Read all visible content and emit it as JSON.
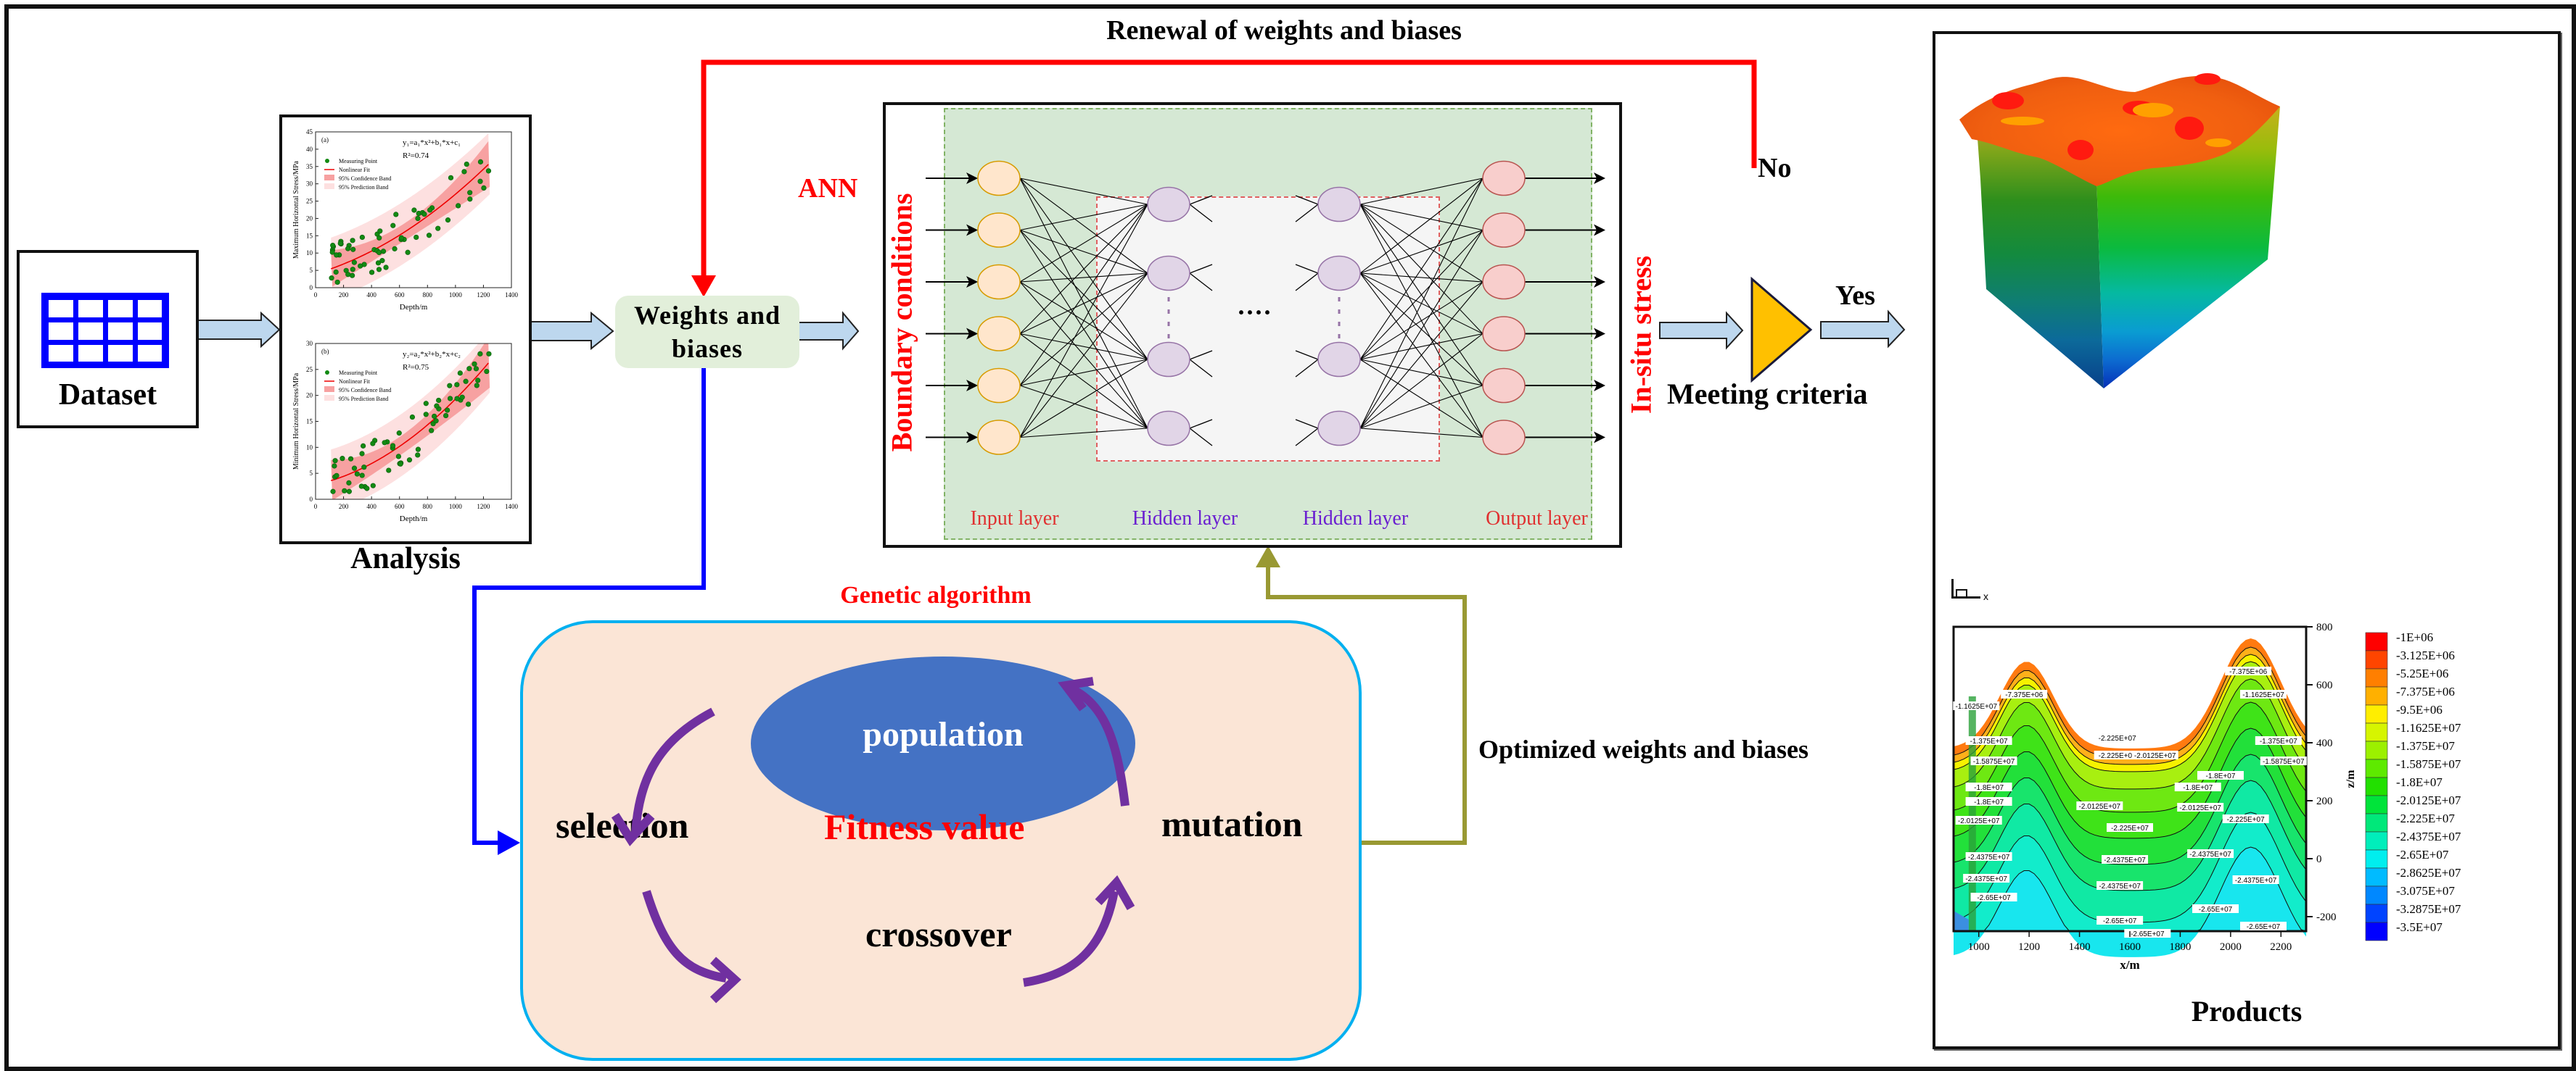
{
  "title_feedback": "Renewal of weights and biases",
  "dataset": {
    "label": "Dataset",
    "icon": "table-grid-icon"
  },
  "analysis": {
    "label": "Analysis",
    "plots": [
      {
        "panel": "(a)",
        "equation": "y₁=a₁*x²+b₁*x+c₁",
        "r2": "R²=0.74",
        "ylabel": "Maximum Horizontal Stress/MPa",
        "xlabel": "Depth/m",
        "yticks": [
          "0",
          "5",
          "10",
          "15",
          "20",
          "25",
          "30",
          "35",
          "40",
          "45"
        ],
        "xticks": [
          "0",
          "200",
          "400",
          "600",
          "800",
          "1000",
          "1200",
          "1400"
        ],
        "legend": [
          "Measuring Point",
          "Nonlinear Fit",
          "95% Confidence Band",
          "95% Prediction Band"
        ]
      },
      {
        "panel": "(b)",
        "equation": "y₂=a₂*x²+b₂*x+c₂",
        "r2": "R²=0.75",
        "ylabel": "Minimum Horizontal Stress/MPa",
        "xlabel": "Depth/m",
        "yticks": [
          "0",
          "5",
          "10",
          "15",
          "20",
          "25",
          "30"
        ],
        "xticks": [
          "0",
          "200",
          "400",
          "600",
          "800",
          "1000",
          "1200",
          "1400"
        ],
        "legend": [
          "Measuring Point",
          "Nonlinear Fit",
          "95% Confidence Band",
          "95% Prediction Band"
        ]
      }
    ]
  },
  "weights_box": {
    "line1": "Weights and",
    "line2": "biases"
  },
  "ann": {
    "label": "ANN",
    "input_side": "Boundary conditions",
    "output_side": "In-situ stress",
    "layers": [
      "Input layer",
      "Hidden layer",
      "Hidden layer",
      "Output layer"
    ],
    "ellipsis": "····"
  },
  "decision": {
    "label": "Meeting criteria",
    "no": "No",
    "yes": "Yes"
  },
  "ga": {
    "title": "Genetic algorithm",
    "population": "population",
    "selection": "selection",
    "fitness": "Fitness value",
    "mutation": "mutation",
    "crossover": "crossover"
  },
  "optimized_label": "Optimized weights and biases",
  "products": {
    "label": "Products",
    "axis_marker": "x",
    "contour": {
      "xlabel": "x/m",
      "ylabel": "z/m",
      "xticks": [
        "1000",
        "1200",
        "1400",
        "1600",
        "1800",
        "2000",
        "2200"
      ],
      "yticks": [
        "800",
        "600",
        "400",
        "200",
        "0",
        "-200"
      ],
      "contour_labels": [
        "-7.375E+06",
        "-1.1625E+07",
        "-7.375E+06",
        "-1.1625E+07",
        "-1.375E+07",
        "-1.375E+07",
        "-1.5875E+07",
        "-1.5875E+07",
        "-2.225E+07",
        "-2.225E+07",
        "-2.0125E+07",
        "-1.8E+07",
        "-1.8E+07",
        "-1.8E+07",
        "-1.8E+07",
        "-2.0125E+07",
        "-2.0125E+07",
        "-2.0125E+07",
        "-2.225E+07",
        "-2.225E+07",
        "-2.4375E+07",
        "-2.4375E+07",
        "-2.4375E+07",
        "-2.4375E+07",
        "-2.4375E+07",
        "-2.4375E+07",
        "-2.65E+07",
        "-2.65E+07",
        "-2.65E+07",
        "-2.65E+07",
        "-2.65E+07"
      ],
      "legend": [
        {
          "label": "-1E+06",
          "color": "#ff0000"
        },
        {
          "label": "-3.125E+06",
          "color": "#ff4500"
        },
        {
          "label": "-5.25E+06",
          "color": "#ff7f00"
        },
        {
          "label": "-7.375E+06",
          "color": "#ffb000"
        },
        {
          "label": "-9.5E+06",
          "color": "#ffee00"
        },
        {
          "label": "-1.1625E+07",
          "color": "#d6f500"
        },
        {
          "label": "-1.375E+07",
          "color": "#9cf000"
        },
        {
          "label": "-1.5875E+07",
          "color": "#5eea00"
        },
        {
          "label": "-1.8E+07",
          "color": "#22e000"
        },
        {
          "label": "-2.0125E+07",
          "color": "#00e43a"
        },
        {
          "label": "-2.225E+07",
          "color": "#00e87a"
        },
        {
          "label": "-2.4375E+07",
          "color": "#00eebb"
        },
        {
          "label": "-2.65E+07",
          "color": "#00eeee"
        },
        {
          "label": "-2.8625E+07",
          "color": "#00bbff"
        },
        {
          "label": "-3.075E+07",
          "color": "#0088ff"
        },
        {
          "label": "-3.2875E+07",
          "color": "#0044ff"
        },
        {
          "label": "-3.5E+07",
          "color": "#0000ff"
        }
      ]
    }
  },
  "colors": {
    "feedback_red": "#ff0000",
    "to_ga_blue": "#0000ff",
    "optimized_olive": "#999933",
    "flow_arrow": "#bdd7ee",
    "ann_green": "#d5e8d4",
    "ga_fill": "#fbe5d6",
    "ga_border": "#00b0f0",
    "population_fill": "#4472c4",
    "cycle_purple": "#7030a0",
    "decision_gold": "#ffc000"
  }
}
